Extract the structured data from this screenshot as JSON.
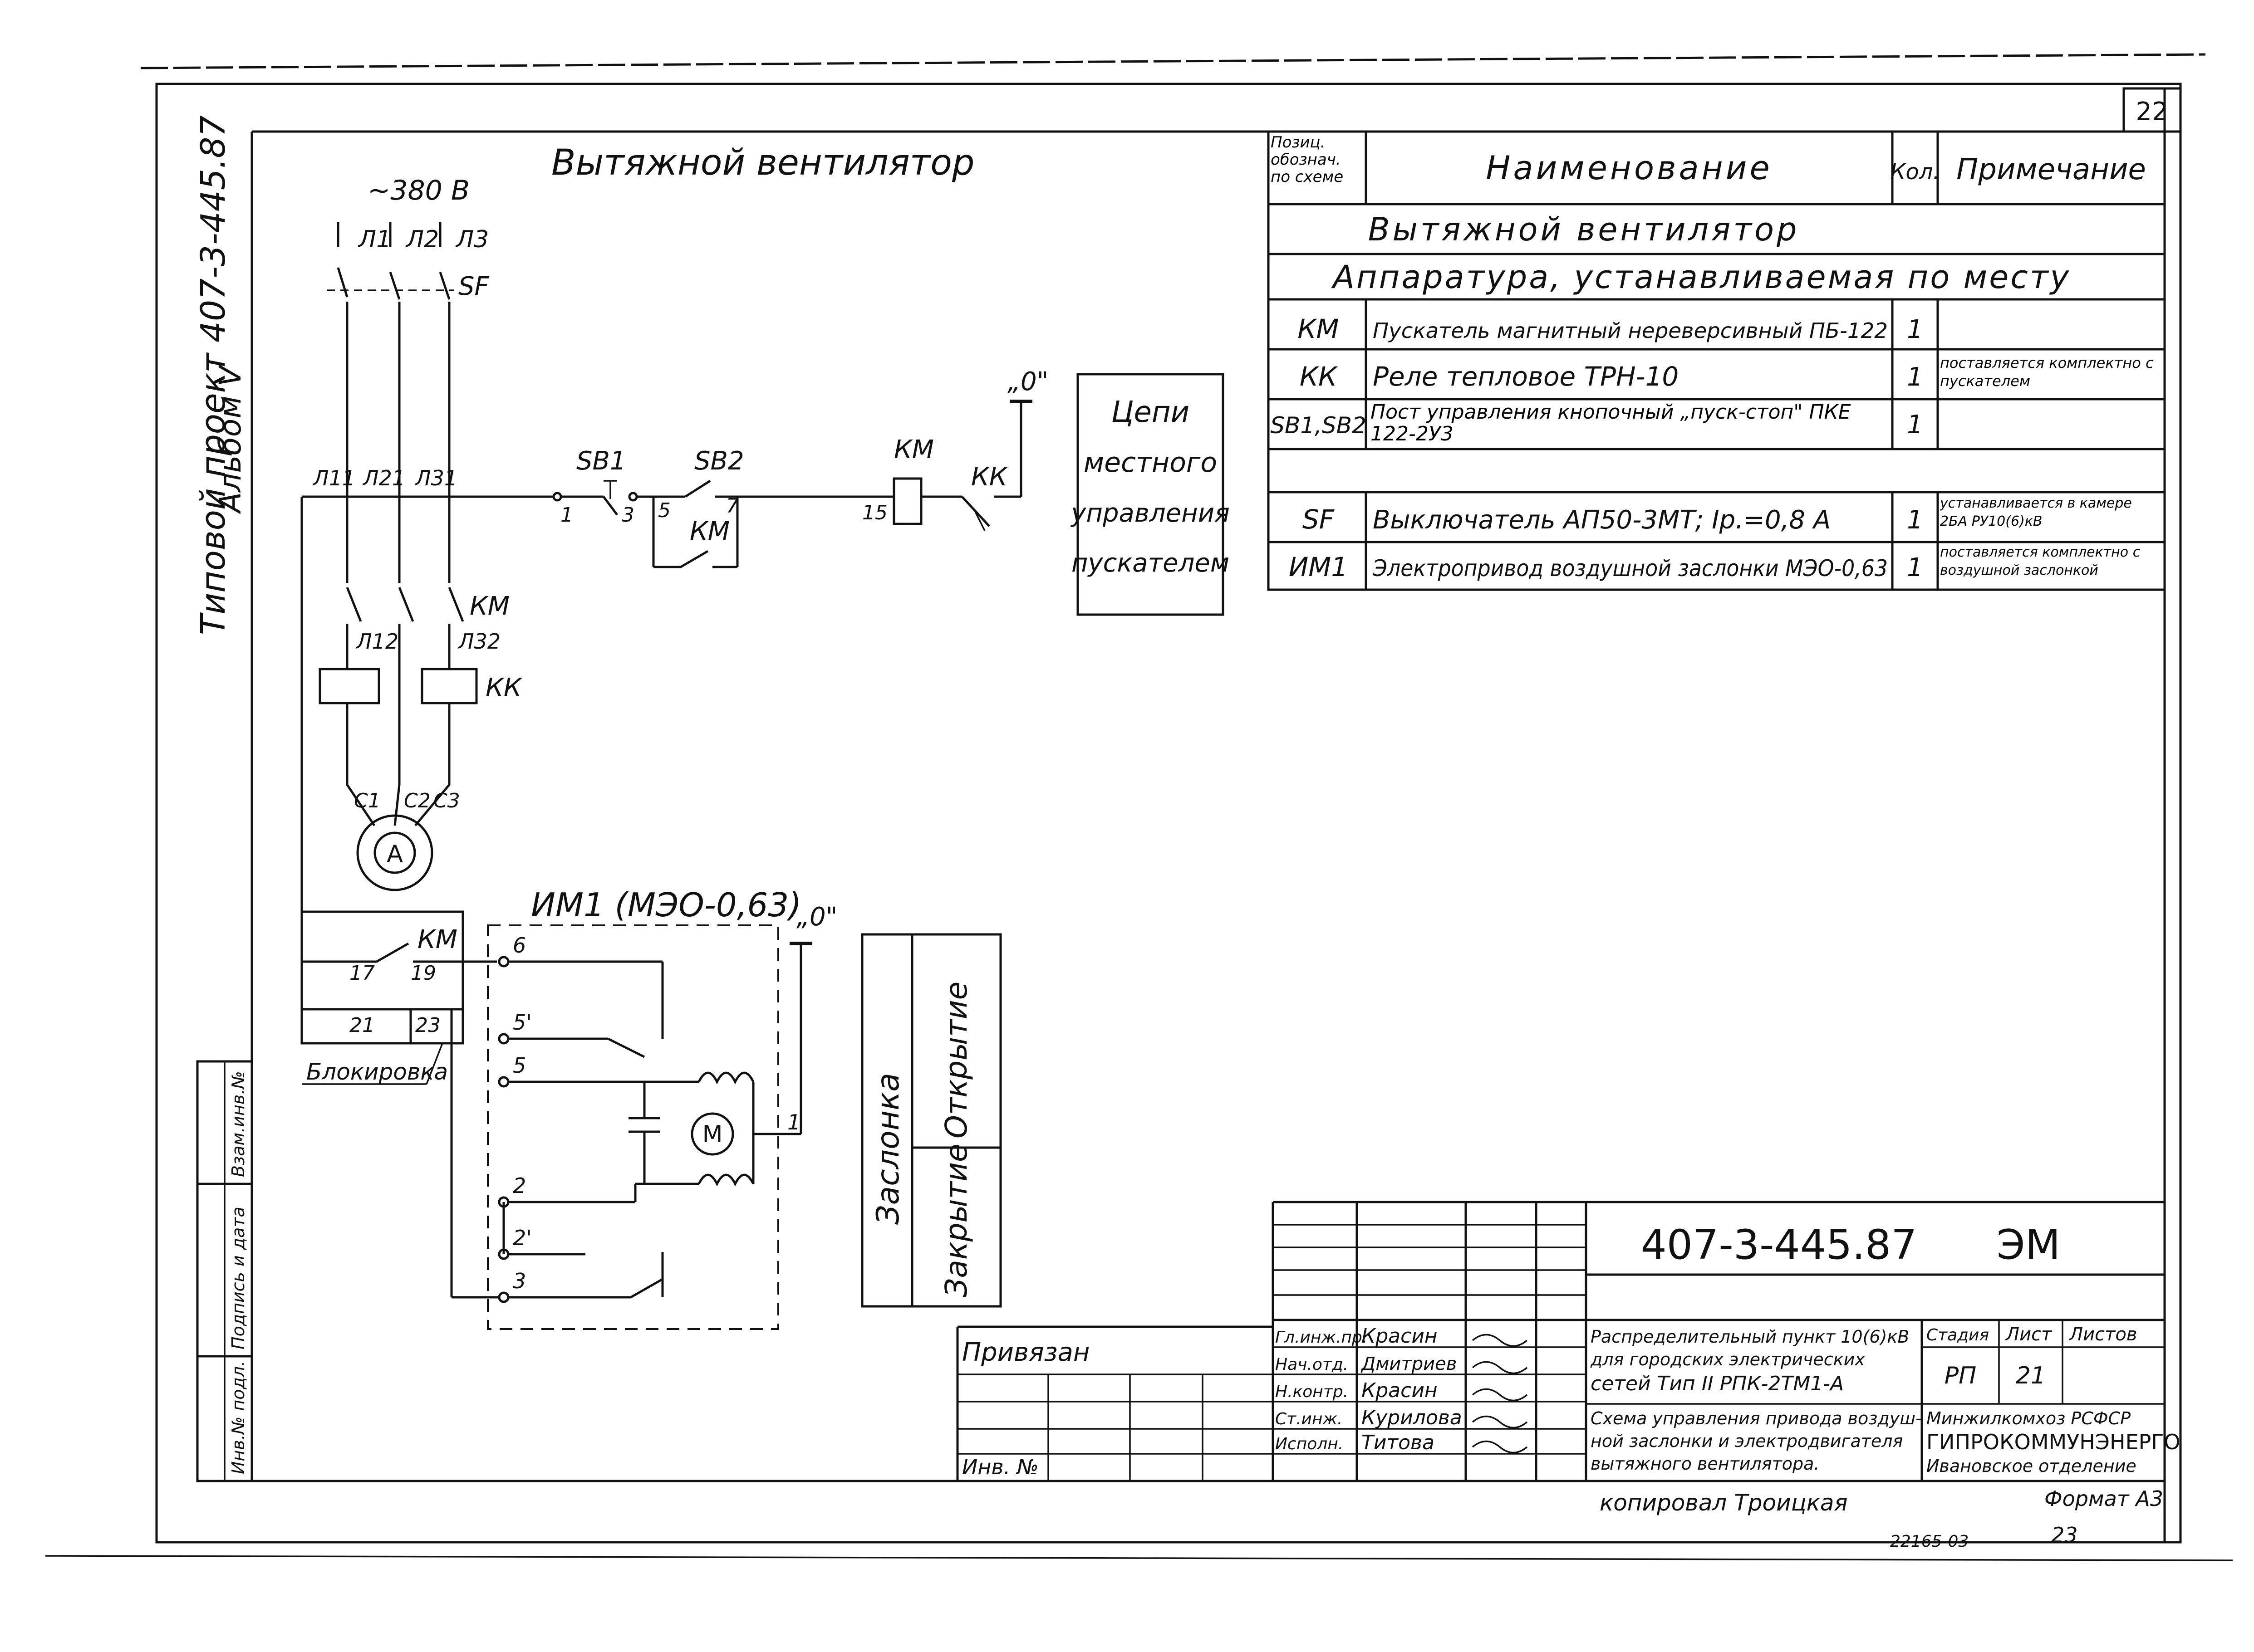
{
  "sheet_number": "22",
  "side_margin": {
    "project": "Типовой проект 407-3-445.87",
    "album": "Альбом V"
  },
  "left_stamp": [
    "Инв.№ подл.",
    "Подпись и дата",
    "Взам.инв.№"
  ],
  "diagram": {
    "title": "Вытяжной вентилятор",
    "supply_voltage": "~380 В",
    "phases": [
      "Л1",
      "Л2",
      "Л3"
    ],
    "breaker": "SF",
    "busbar_labels": [
      "Л11",
      "Л21",
      "Л31"
    ],
    "contactor_label": "КМ",
    "contact_labels": [
      "Л12",
      "Л32"
    ],
    "thermal_relay": "КК",
    "motor_terminals": [
      "С1",
      "С2",
      "С3"
    ],
    "motor": "A",
    "control": {
      "zero": "„0\"",
      "sb1": "SB1",
      "sb2": "SB2",
      "km_hold": "КМ",
      "coil": "КМ",
      "kk_contact": "КК",
      "nodes": [
        "1",
        "3",
        "5",
        "7",
        "15"
      ]
    },
    "local_box": [
      "Цепи",
      "местного",
      "управления",
      "пускателем"
    ],
    "actuator": {
      "title": "ИМ1 (МЭО-0,63)",
      "zero": "„0\"",
      "terminals": [
        "6",
        "5'",
        "5",
        "2",
        "2'",
        "3",
        "1"
      ],
      "motor": "M"
    },
    "interlock": {
      "km": "КМ",
      "nodes": [
        "17",
        "19",
        "21",
        "23"
      ],
      "label": "Блокировка"
    },
    "damper": {
      "title": "Заслонка",
      "open": "Открытие",
      "close": "Закрытие"
    }
  },
  "spec_table": {
    "headers": [
      "Позиц. обознач. по схеме",
      "Наименование",
      "Кол.",
      "Примечание"
    ],
    "section": "Вытяжной вентилятор",
    "subsection": "Аппаратура, устанавливаемая по месту",
    "rows": [
      {
        "pos": "КМ",
        "name": "Пускатель магнитный нереверсивный ПБ-122",
        "qty": "1",
        "note": ""
      },
      {
        "pos": "КК",
        "name": "Реле тепловое ТРН-10",
        "qty": "1",
        "note": "поставляется комплектно с пускателем"
      },
      {
        "pos": "SB1,SB2",
        "name": "Пост управления кнопочный „пуск-стоп\" ПКЕ 122-2У3",
        "qty": "1",
        "note": ""
      },
      {
        "pos": "",
        "name": "",
        "qty": "",
        "note": ""
      },
      {
        "pos": "SF",
        "name": "Выключатель АП50-3МТ; Iр.=0,8 А",
        "qty": "1",
        "note": "устанавливается в камере 2БА РУ10(6)кВ"
      },
      {
        "pos": "ИМ1",
        "name": "Электропривод воздушной заслонки МЭО-0,63",
        "qty": "1",
        "note": "поставляется комплектно с воздушной заслонкой"
      }
    ]
  },
  "title_block": {
    "code": "407-3-445.87",
    "mark": "ЭМ",
    "bound": "Привязан",
    "inv": "Инв. №",
    "people": [
      {
        "role": "Гл.инж.пр.",
        "name": "Красин"
      },
      {
        "role": "Нач.отд.",
        "name": "Дмитриев"
      },
      {
        "role": "Н.контр.",
        "name": "Красин"
      },
      {
        "role": "Ст.инж.",
        "name": "Курилова"
      },
      {
        "role": "Исполн.",
        "name": "Титова"
      }
    ],
    "description": [
      "Распределительный пункт 10(6)кВ",
      "для городских электрических",
      "сетей Тип II РПК-2ТМ1-А",
      "Схема управления привода воздуш-",
      "ной заслонки и электродвигателя",
      "вытяжного вентилятора."
    ],
    "stage_header": "Стадия",
    "sheet_header": "Лист",
    "sheets_header": "Листов",
    "stage": "РП",
    "sheet": "21",
    "organization": [
      "Минжилкомхоз РСФСР",
      "ГИПРОКОММУНЭНЕРГО",
      "Ивановское отделение"
    ]
  },
  "footer": {
    "copied": "копировал Троицкая",
    "format": "Формат А3",
    "order": "22165-03",
    "page": "23"
  }
}
